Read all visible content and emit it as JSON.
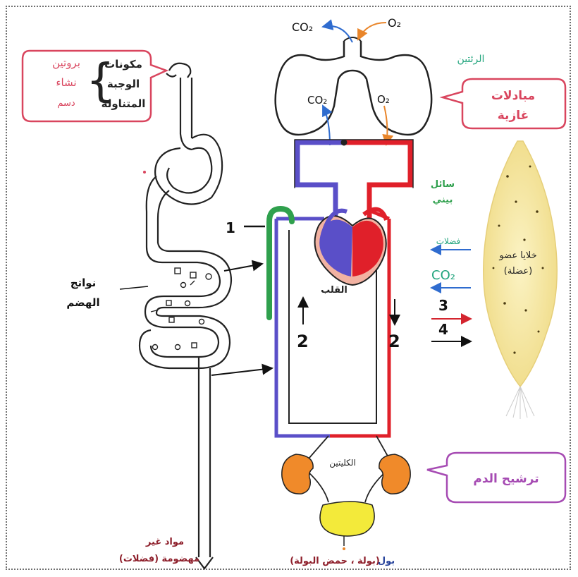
{
  "callouts": {
    "meal": {
      "lines": [
        "مكونات",
        "الوجبة",
        "المتناولة"
      ],
      "items": [
        "بروتين",
        "نشاء",
        "دسم"
      ]
    },
    "gas": {
      "lines": [
        "مبادلات",
        "غازية"
      ]
    },
    "filtration": {
      "text": "ترشيح الدم"
    }
  },
  "lungs": {
    "label": "الرئتين",
    "top_co2": "CO₂",
    "top_o2": "O₂",
    "inner_co2": "CO₂",
    "inner_o2": "O₂"
  },
  "heart": {
    "label": "القلب"
  },
  "lymph": {
    "label_line1": "سائل",
    "label_line2": "بيني"
  },
  "muscle": {
    "label_line1": "خلايا عضو",
    "label_line2": "(عضلة)"
  },
  "exchanges": {
    "waste": "فضلات",
    "co2": "CO₂"
  },
  "numbers": {
    "n1": "1",
    "n2_left": "2",
    "n2_right": "2",
    "n3": "3",
    "n4": "4"
  },
  "digestion": {
    "products_line1": "نواتج",
    "products_line2": "الهضم",
    "undigested_line1": "مواد غير",
    "undigested_line2": "مهضومة (فضلات)"
  },
  "kidneys": {
    "label": "الكليتين"
  },
  "urine": {
    "prefix": "بول",
    "text": "(بولة ، حمض البولة)"
  },
  "colors": {
    "callout_border": "#d9455e",
    "callout_border_purple": "#a64bb3",
    "oxygenated": "#e0202a",
    "deoxygenated": "#5a4fc8",
    "lymph": "#2fa04d",
    "kidney": "#f08a2a",
    "bladder": "#f3ea3a",
    "muscle": "#f7eba8",
    "text_teal": "#23a57e",
    "text_maroon": "#8e1f2b",
    "text_blue": "#27439b"
  }
}
